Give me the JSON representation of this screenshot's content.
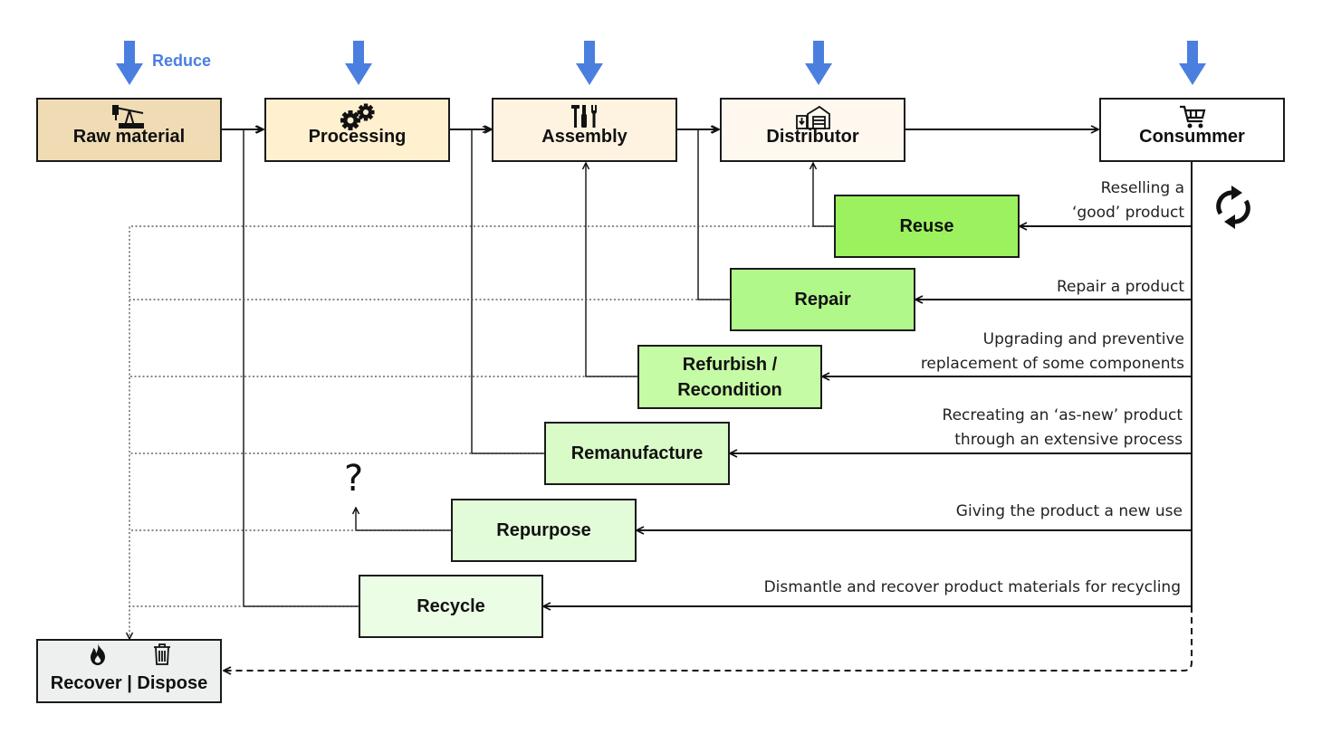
{
  "reduce_label": "Reduce",
  "colors": {
    "arrow_blue": "#4a7fe0",
    "raw_material": "#f0dcb4",
    "processing": "#fff0cf",
    "assembly": "#fdf3e0",
    "distributor": "#fef8ef",
    "consumer": "#ffffff",
    "reuse": "#9cf25e",
    "repair": "#b1f88a",
    "refurbish": "#c5fba4",
    "remanufacture": "#d8fbc7",
    "repurpose": "#e2fcd9",
    "recycle": "#ecfde6",
    "recover_dispose": "#eef0ef"
  },
  "stages": [
    {
      "id": "raw-material",
      "label": "Raw material",
      "icon": "oil-pump-icon"
    },
    {
      "id": "processing",
      "label": "Processing",
      "icon": "gears-icon"
    },
    {
      "id": "assembly",
      "label": "Assembly",
      "icon": "tools-icon"
    },
    {
      "id": "distributor",
      "label": "Distributor",
      "icon": "warehouse-icon"
    },
    {
      "id": "consumer",
      "label": "Consummer",
      "icon": "cart-icon"
    }
  ],
  "loops": [
    {
      "id": "reuse",
      "label_lines": [
        "Reuse"
      ],
      "description_lines": [
        "Reselling a",
        "‘good’ product"
      ]
    },
    {
      "id": "repair",
      "label_lines": [
        "Repair"
      ],
      "description_lines": [
        "Repair a product"
      ]
    },
    {
      "id": "refurbish",
      "label_lines": [
        "Refurbish /",
        "Recondition"
      ],
      "description_lines": [
        "Upgrading and preventive",
        "replacement of some components"
      ]
    },
    {
      "id": "remanufacture",
      "label_lines": [
        "Remanufacture"
      ],
      "description_lines": [
        "Recreating an ‘as-new’ product",
        "through an extensive process"
      ]
    },
    {
      "id": "repurpose",
      "label_lines": [
        "Repurpose"
      ],
      "description_lines": [
        "Giving the product a new use"
      ]
    },
    {
      "id": "recycle",
      "label_lines": [
        "Recycle"
      ],
      "description_lines": [
        "Dismantle and recover product materials for recycling"
      ]
    }
  ],
  "repurpose_destination": "?",
  "end_of_life": {
    "label": "Recover | Dispose",
    "icons": [
      "flame-icon",
      "trash-icon"
    ]
  },
  "cycle_icon": "cycle-icon"
}
